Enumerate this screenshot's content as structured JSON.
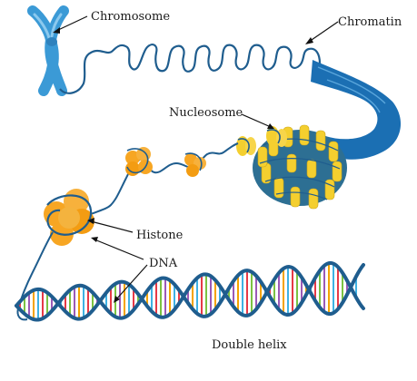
{
  "labels": {
    "chromosome": "Chromosome",
    "chromatin": "Chromatin",
    "nucleosome": "Nucleosome",
    "histone": "Histone",
    "dna": "DNA",
    "double_helix": "Double helix"
  },
  "colors": {
    "dna_strand": "#1f5d8e",
    "chromosome": "#3b9ad6",
    "chromosome_light": "#8cc9ee",
    "histone_orange": "#f7a623",
    "histone_yellow": "#f4cf2f",
    "chromatin_fiber": "#1b6fb3",
    "base_pairs": [
      "#e63946",
      "#7cc242",
      "#9b59b6",
      "#f4a300",
      "#3fb1e3"
    ]
  }
}
